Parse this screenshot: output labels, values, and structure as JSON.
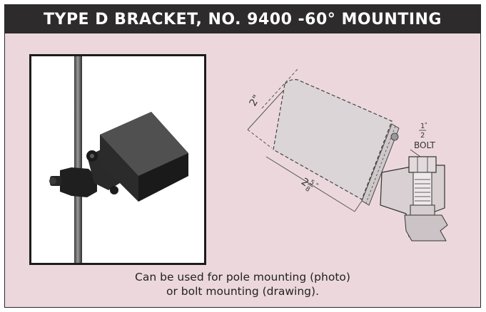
{
  "header": {
    "title": "TYPE D BRACKET, NO. 9400 -60° MOUNTING"
  },
  "drawing": {
    "dim_height": "2\"",
    "dim_width_whole": "2",
    "dim_width_num": "5",
    "dim_width_den": "8",
    "dim_width_unit": "\"",
    "bolt_num": "1",
    "bolt_den": "2",
    "bolt_unit": "\"",
    "bolt_label": "BOLT"
  },
  "caption": {
    "line1": "Can be used for pole mounting (photo)",
    "line2": "or bolt mounting (drawing)."
  }
}
